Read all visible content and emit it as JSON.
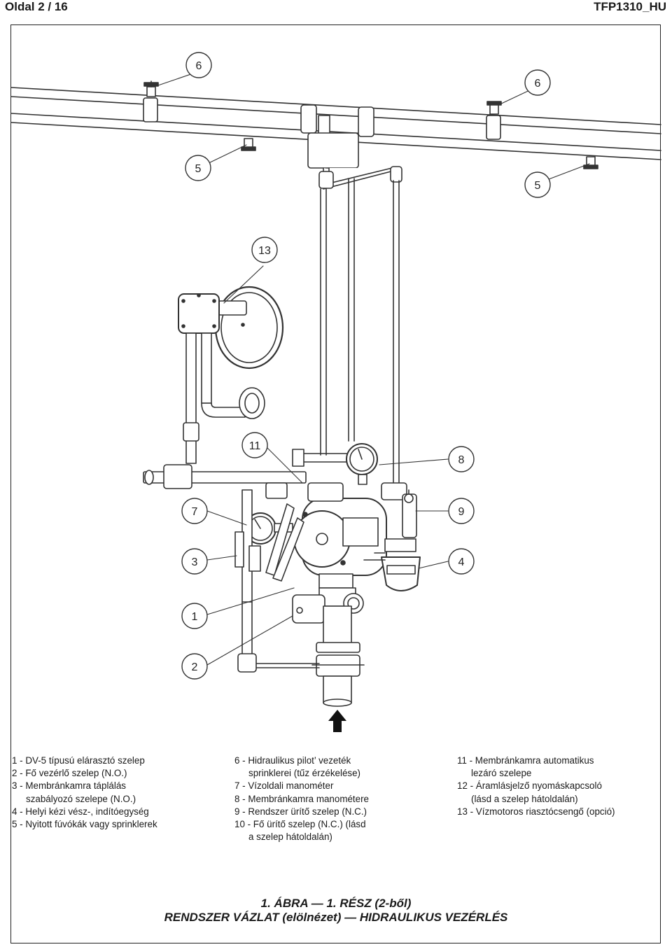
{
  "header": {
    "page": "Oldal 2 / 16",
    "doc_id": "TFP1310_HU"
  },
  "callouts": {
    "c1": "1",
    "c2": "2",
    "c3": "3",
    "c4": "4",
    "c5a": "5",
    "c5b": "5",
    "c6a": "6",
    "c6b": "6",
    "c7": "7",
    "c8": "8",
    "c9": "9",
    "c11": "11",
    "c13": "13"
  },
  "legend": {
    "col1": [
      "1 - DV-5 típusú elárasztó szelep",
      "2 - Fő vezérlő szelep (N.O.)",
      "3 - Membránkamra táplálás",
      "szabályozó szelepe (N.O.)",
      "4 - Helyi kézi vész-, indítóegység",
      "5 - Nyitott fúvókák vagy sprinklerek"
    ],
    "col2": [
      "6 - Hidraulikus pilot’ vezeték",
      "sprinklerei (tűz érzékelése)",
      "7 - Vízoldali manométer",
      "8 - Membránkamra manométere",
      "9 - Rendszer ürítő szelep (N.C.)",
      "10 - Fő ürítő szelep (N.C.) (lásd",
      "a szelep hátoldalán)"
    ],
    "col3": [
      "11 - Membránkamra automatikus",
      "lezáró szelepe",
      "12 - Áramlásjelző nyomáskapcsoló",
      "(lásd a szelep hátoldalán)",
      "13 - Vízmotoros riasztócsengő (opció)"
    ]
  },
  "caption": {
    "line1": "1. ÁBRA — 1. RÉSZ (2-ből)",
    "line2": "RENDSZER VÁZLAT (elölnézet) — HIDRAULIKUS VEZÉRLÉS"
  }
}
